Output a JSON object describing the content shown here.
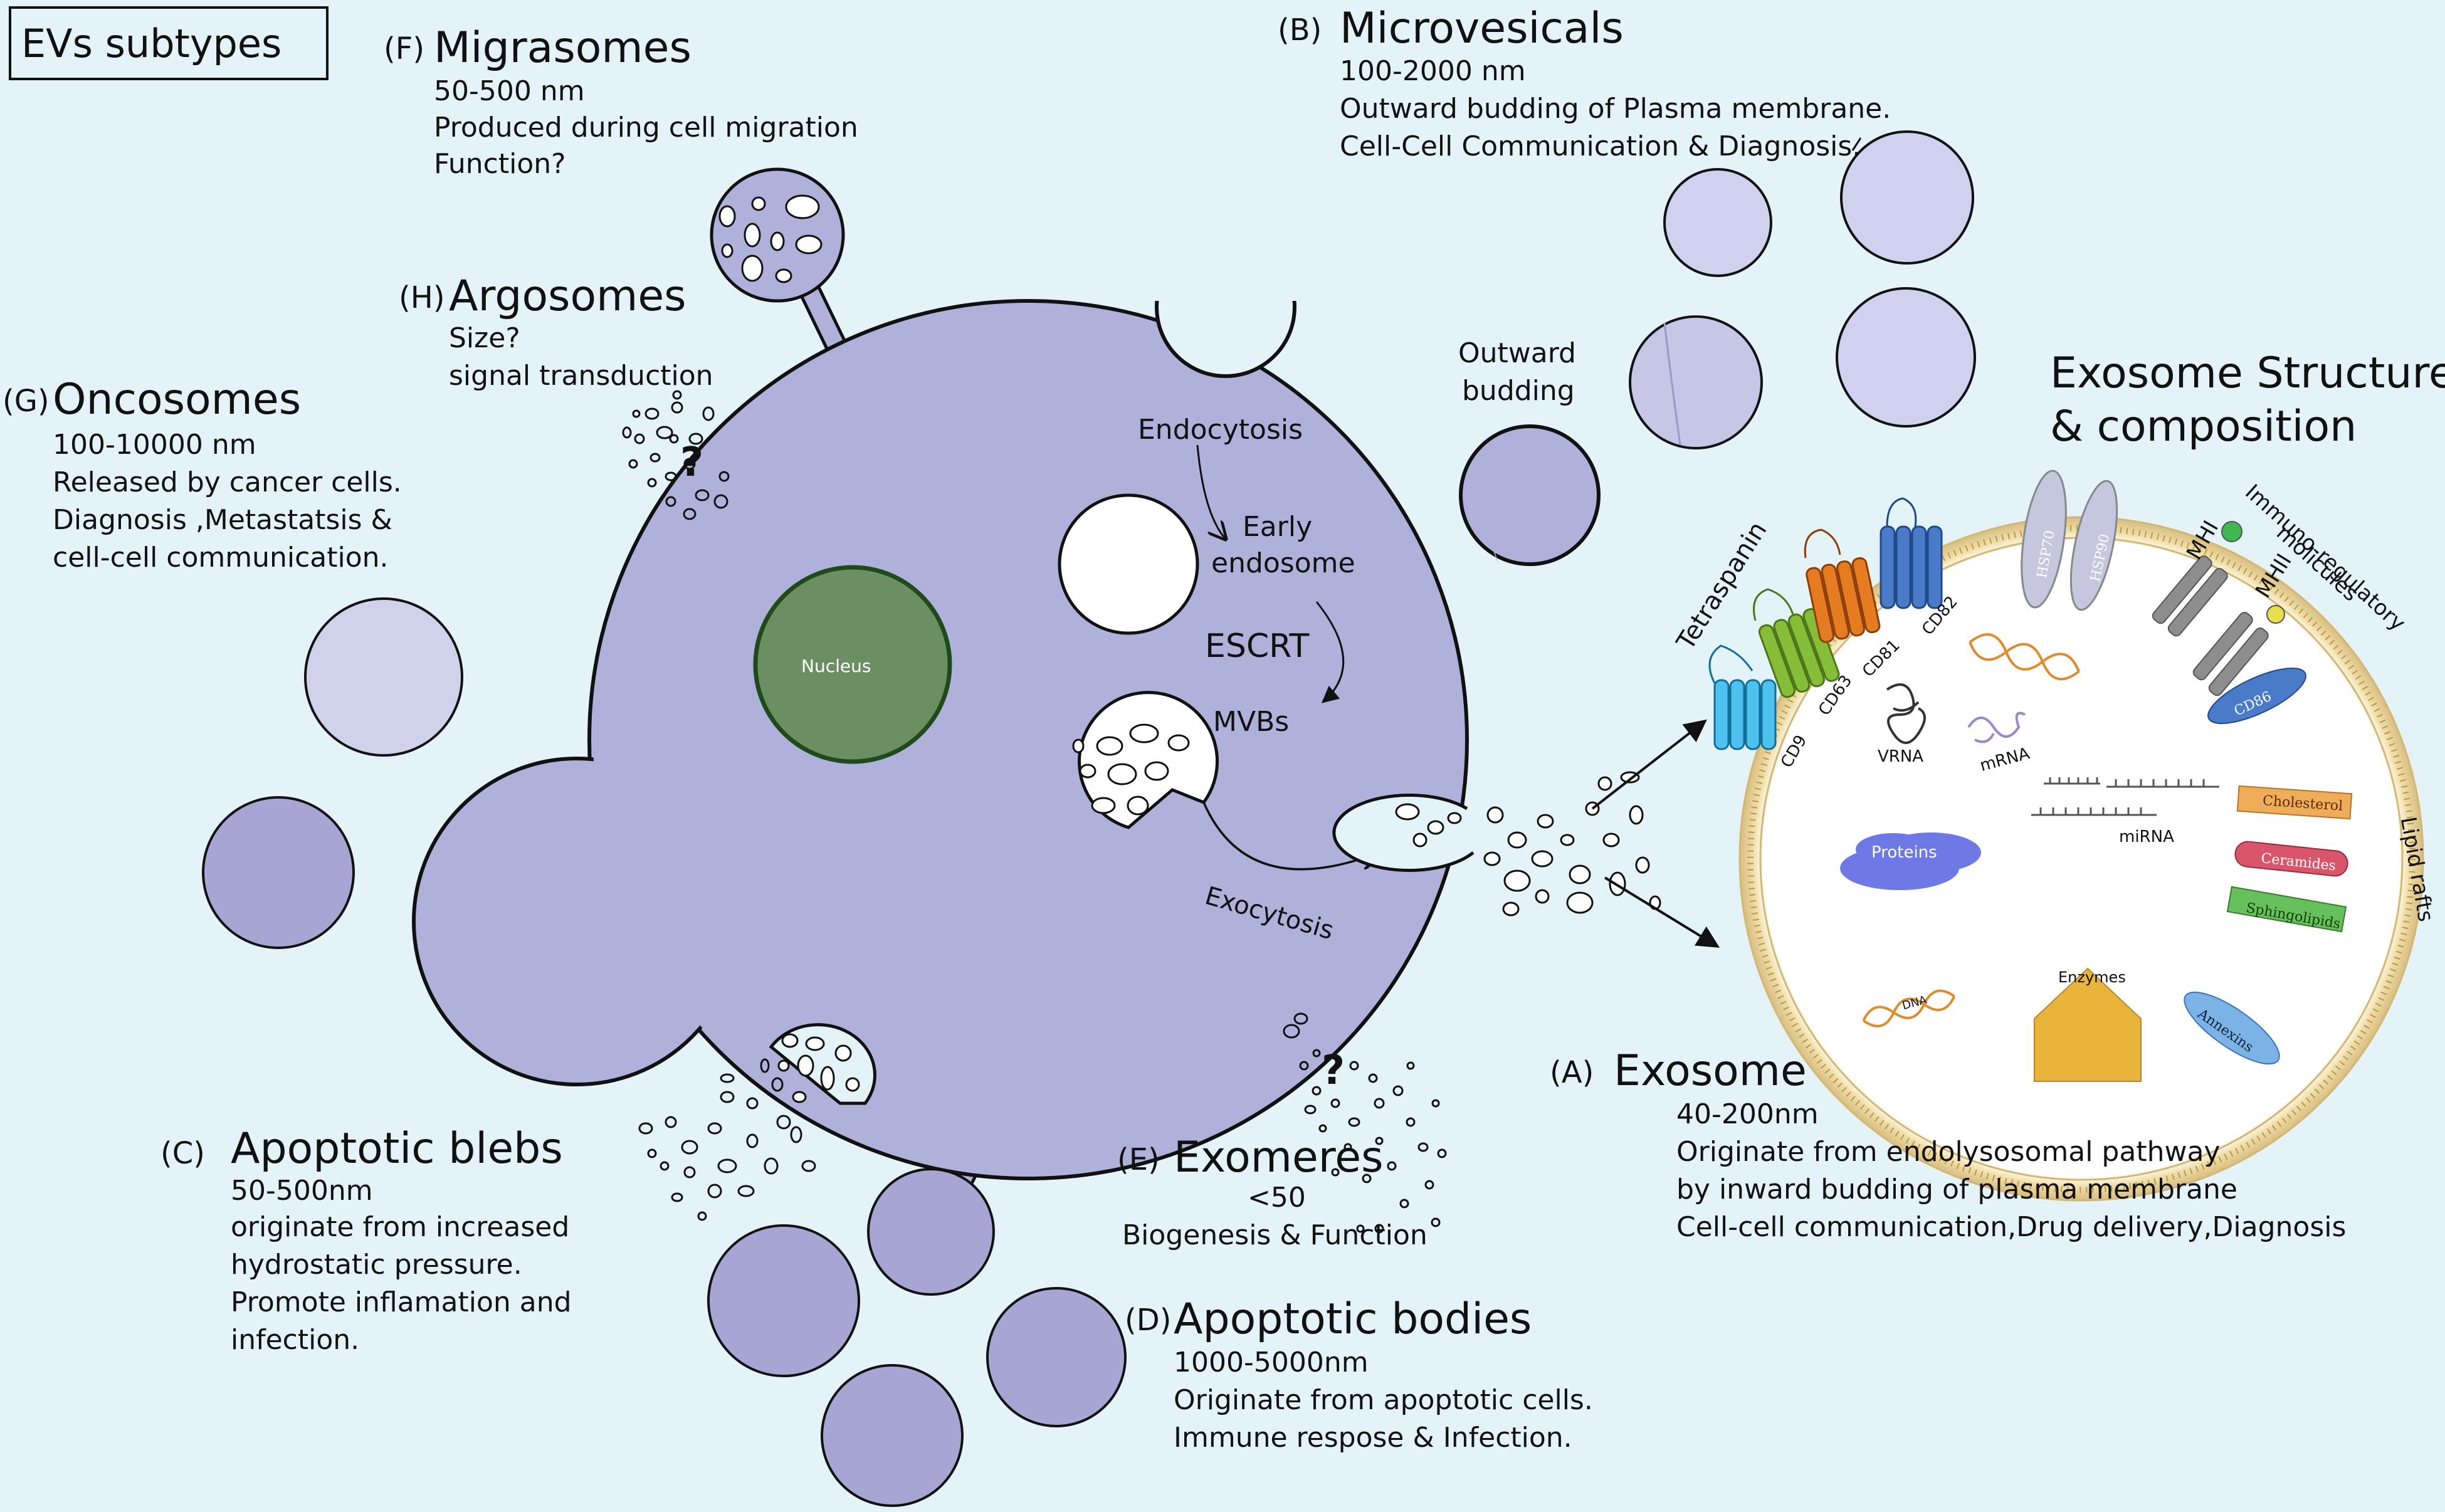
{
  "title": "EVs subtypes",
  "migrasomes": {
    "letter": "(F)",
    "name": "Migrasomes",
    "size": "50-500 nm",
    "line1": "Produced during cell migration",
    "line2": "Function?"
  },
  "argosomes": {
    "letter": "(H)",
    "name": "Argosomes",
    "size": "Size?",
    "line1": "signal transduction",
    "mark": "?"
  },
  "oncosomes": {
    "letter": "(G)",
    "name": "Oncosomes",
    "size": "100-10000 nm",
    "line1": "Released by cancer cells.",
    "line2": "Diagnosis ,Metastatsis &",
    "line3": "cell-cell communication."
  },
  "microvesicals": {
    "letter": "(B)",
    "name": "Microvesicals",
    "size": "100-2000 nm",
    "line1": "Outward budding of Plasma membrane.",
    "line2": "Cell-Cell Communication & Diagnosis."
  },
  "cell": {
    "nucleus": "Nucleus",
    "outward_budding_1": "Outward",
    "outward_budding_2": "budding",
    "endocytosis": "Endocytosis",
    "early_1": "Early",
    "early_2": "endosome",
    "escrt": "ESCRT",
    "mvbs": "MVBs",
    "exocytosis": "Exocytosis"
  },
  "exosome_structure": {
    "title1": "Exosome Structure",
    "title2": "& composition",
    "tetraspanin": "Tetraspanin",
    "cd9": "CD9",
    "cd63": "CD63",
    "cd81": "CD81",
    "cd82": "CD82",
    "hsp70": "HSP70",
    "hsp90": "HSP90",
    "mhi": "MHI",
    "mhii": "MHII",
    "immuno": "Immuno-regulatory",
    "molicules": "molicules",
    "cd86": "CD86",
    "vrna": "VRNA",
    "mrna": "mRNA",
    "mirna": "miRNA",
    "proteins": "Proteins",
    "dna": "DNA",
    "enzymes": "Enzymes",
    "cholesterol": "Cholesterol",
    "ceramides": "Ceramides",
    "sphingolipids": "Sphingolipids",
    "lipid_rafts": "Lipid rafts",
    "annexins": "Annexins"
  },
  "exosome": {
    "letter": "(A)",
    "name": "Exosome",
    "size": "40-200nm",
    "line1": "Originate from endolysosomal pathway",
    "line2": "by inward budding of plasma membrane",
    "line3": "Cell-cell communication,Drug delivery,Diagnosis"
  },
  "exomeres": {
    "letter": "(E)",
    "name": "Exomeres",
    "size": "<50",
    "line1": "Biogenesis & Function",
    "mark": "?"
  },
  "apoptotic_blebs": {
    "letter": "(C)",
    "name": "Apoptotic blebs",
    "size": "50-500nm",
    "line1": "originate from increased",
    "line2": "hydrostatic pressure.",
    "line3": "Promote inflamation and",
    "line4": "infection."
  },
  "apoptotic_bodies": {
    "letter": "(D)",
    "name": "Apoptotic bodies",
    "size": "1000-5000nm",
    "line1": "Originate from apoptotic cells.",
    "line2": "Immune respose & Infection."
  },
  "colors": {
    "background": "#e4f3f8",
    "cell": "#afb1da",
    "vesicle": "#b3b5dc",
    "vesicle_light": "#d0d2ec",
    "vesicle_dark": "#a6a4d3",
    "nucleus": "#6b8f63",
    "membrane": "#e1c690"
  }
}
